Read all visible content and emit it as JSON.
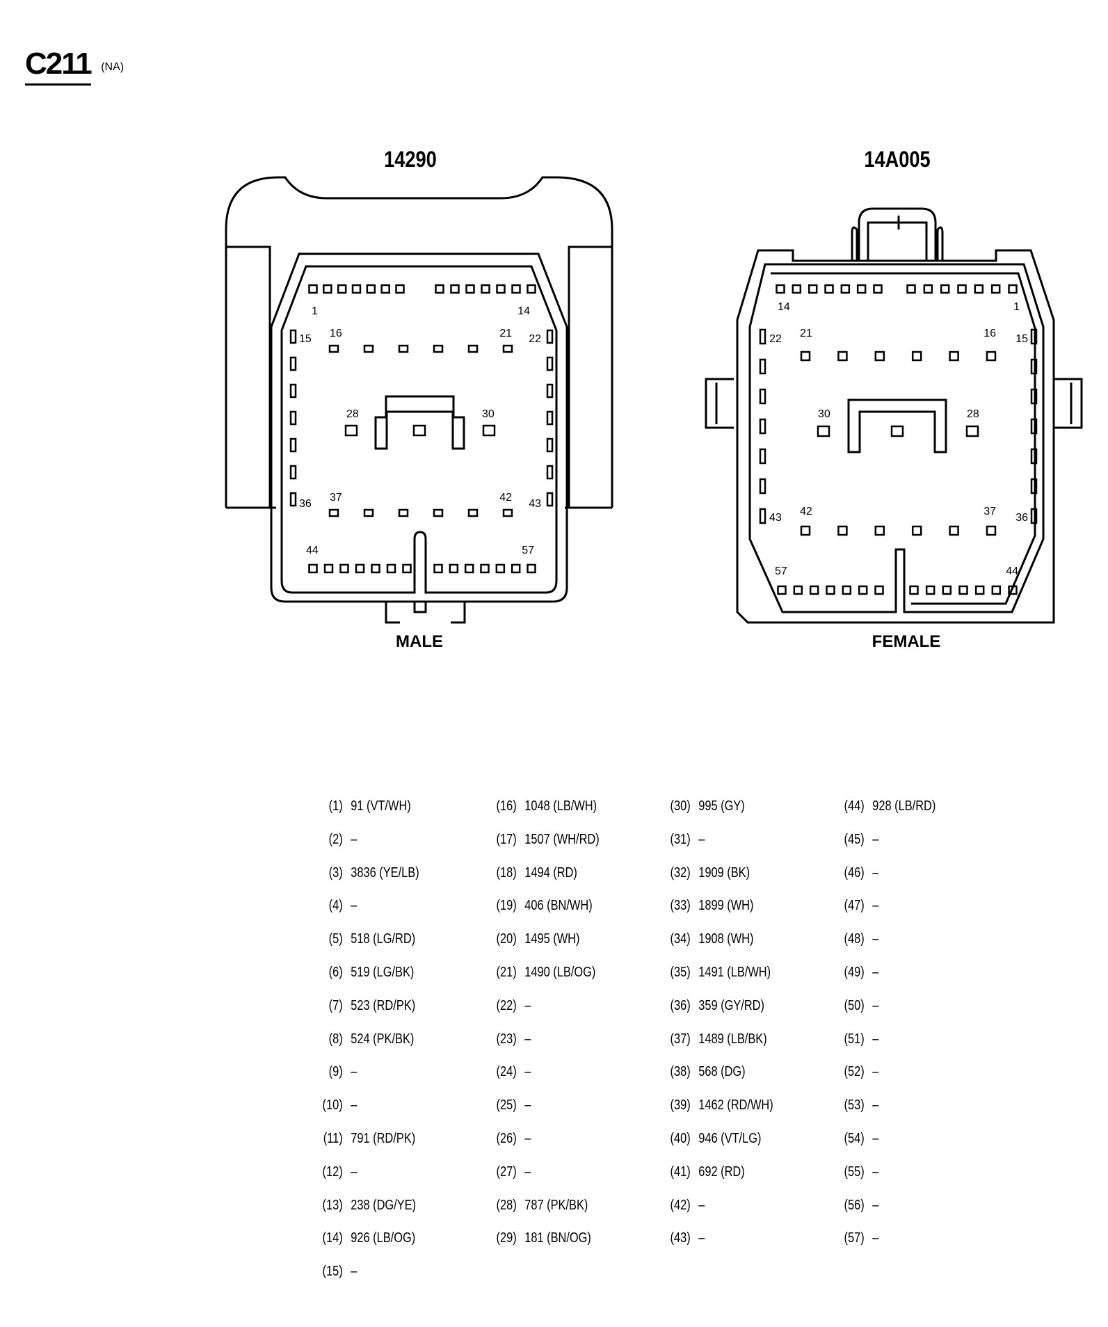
{
  "connector": {
    "id": "C211",
    "note": "(NA)"
  },
  "views": [
    {
      "part_number": "14290",
      "gender": "MALE"
    },
    {
      "part_number": "14A005",
      "gender": "FEMALE"
    }
  ],
  "cavity_labels": {
    "male": [
      "1",
      "14",
      "15",
      "16",
      "21",
      "22",
      "28",
      "30",
      "36",
      "37",
      "42",
      "43",
      "44",
      "57"
    ],
    "female": [
      "14",
      "1",
      "22",
      "21",
      "16",
      "15",
      "30",
      "28",
      "43",
      "42",
      "37",
      "36",
      "57",
      "44"
    ]
  },
  "pins": [
    {
      "n": "(1)",
      "c": "91 (VT/WH)"
    },
    {
      "n": "(2)",
      "c": "–"
    },
    {
      "n": "(3)",
      "c": "3836 (YE/LB)"
    },
    {
      "n": "(4)",
      "c": "–"
    },
    {
      "n": "(5)",
      "c": "518 (LG/RD)"
    },
    {
      "n": "(6)",
      "c": "519 (LG/BK)"
    },
    {
      "n": "(7)",
      "c": "523 (RD/PK)"
    },
    {
      "n": "(8)",
      "c": "524 (PK/BK)"
    },
    {
      "n": "(9)",
      "c": "–"
    },
    {
      "n": "(10)",
      "c": "–"
    },
    {
      "n": "(11)",
      "c": "791 (RD/PK)"
    },
    {
      "n": "(12)",
      "c": "–"
    },
    {
      "n": "(13)",
      "c": "238 (DG/YE)"
    },
    {
      "n": "(14)",
      "c": "926 (LB/OG)"
    },
    {
      "n": "(15)",
      "c": "–"
    },
    {
      "n": "(16)",
      "c": "1048 (LB/WH)"
    },
    {
      "n": "(17)",
      "c": "1507 (WH/RD)"
    },
    {
      "n": "(18)",
      "c": "1494 (RD)"
    },
    {
      "n": "(19)",
      "c": "406 (BN/WH)"
    },
    {
      "n": "(20)",
      "c": "1495 (WH)"
    },
    {
      "n": "(21)",
      "c": "1490 (LB/OG)"
    },
    {
      "n": "(22)",
      "c": "–"
    },
    {
      "n": "(23)",
      "c": "–"
    },
    {
      "n": "(24)",
      "c": "–"
    },
    {
      "n": "(25)",
      "c": "–"
    },
    {
      "n": "(26)",
      "c": "–"
    },
    {
      "n": "(27)",
      "c": "–"
    },
    {
      "n": "(28)",
      "c": "787 (PK/BK)"
    },
    {
      "n": "(29)",
      "c": "181 (BN/OG)"
    },
    {
      "n": "(30)",
      "c": "995 (GY)"
    },
    {
      "n": "(31)",
      "c": "–"
    },
    {
      "n": "(32)",
      "c": "1909 (BK)"
    },
    {
      "n": "(33)",
      "c": "1899 (WH)"
    },
    {
      "n": "(34)",
      "c": "1908 (WH)"
    },
    {
      "n": "(35)",
      "c": "1491 (LB/WH)"
    },
    {
      "n": "(36)",
      "c": "359 (GY/RD)"
    },
    {
      "n": "(37)",
      "c": "1489 (LB/BK)"
    },
    {
      "n": "(38)",
      "c": "568 (DG)"
    },
    {
      "n": "(39)",
      "c": "1462 (RD/WH)"
    },
    {
      "n": "(40)",
      "c": "946 (VT/LG)"
    },
    {
      "n": "(41)",
      "c": "692 (RD)"
    },
    {
      "n": "(42)",
      "c": "–"
    },
    {
      "n": "(43)",
      "c": "–"
    },
    {
      "n": "(44)",
      "c": "928 (LB/RD)"
    },
    {
      "n": "(45)",
      "c": "–"
    },
    {
      "n": "(46)",
      "c": "–"
    },
    {
      "n": "(47)",
      "c": "–"
    },
    {
      "n": "(48)",
      "c": "–"
    },
    {
      "n": "(49)",
      "c": "–"
    },
    {
      "n": "(50)",
      "c": "–"
    },
    {
      "n": "(51)",
      "c": "–"
    },
    {
      "n": "(52)",
      "c": "–"
    },
    {
      "n": "(53)",
      "c": "–"
    },
    {
      "n": "(54)",
      "c": "–"
    },
    {
      "n": "(55)",
      "c": "–"
    },
    {
      "n": "(56)",
      "c": "–"
    },
    {
      "n": "(57)",
      "c": "–"
    }
  ]
}
